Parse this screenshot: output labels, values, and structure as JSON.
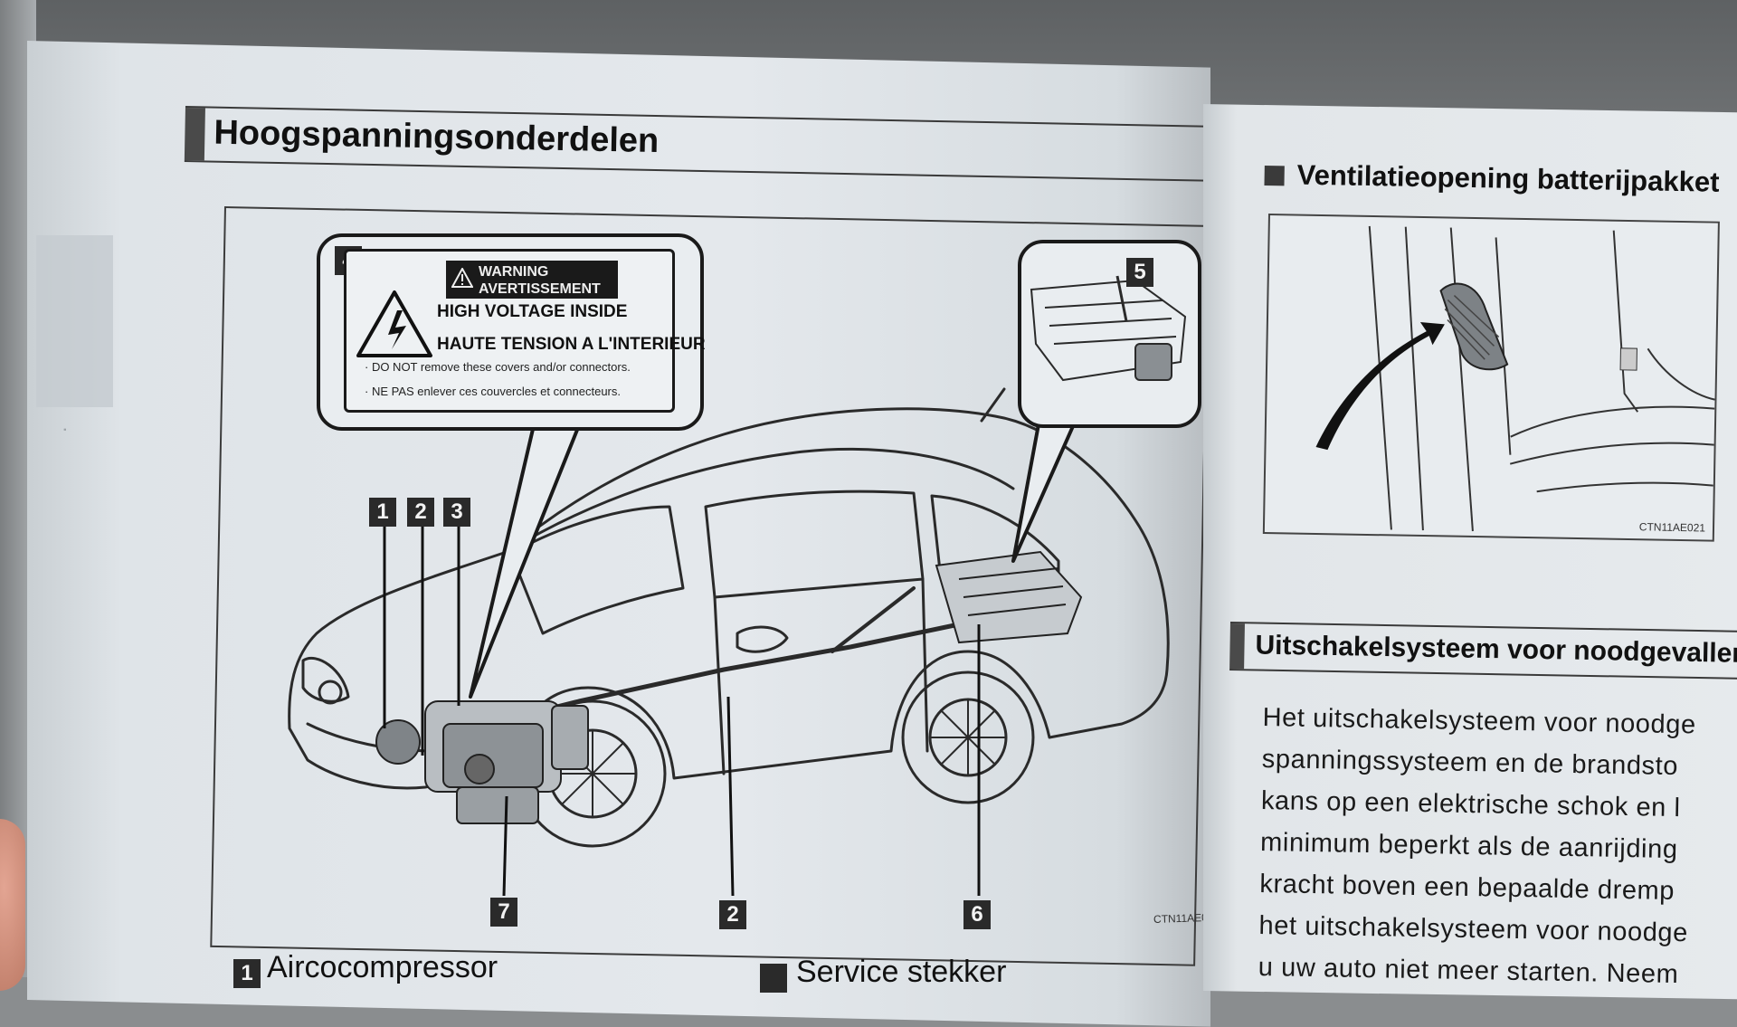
{
  "left_page": {
    "heading": "Hoogspanningsonderdelen",
    "figure": {
      "warning_label": {
        "line1": "WARNING",
        "line2": "AVERTISSEMENT",
        "line3": "HIGH VOLTAGE INSIDE",
        "line4": "HAUTE TENSION A L'INTERIEUR",
        "line5": "· DO NOT remove these covers and/or connectors.",
        "line6": "· NE PAS enlever ces couvercles et connecteurs."
      },
      "callouts": [
        "1",
        "2",
        "3",
        "4",
        "5",
        "6",
        "7",
        "2"
      ],
      "image_code": "CTN11AE0"
    },
    "list_start": {
      "item1_num": "1",
      "item1": "Aircocompressor",
      "item2": "Service stekker"
    }
  },
  "right_page": {
    "heading": "Ventilatieopening batterijpakket",
    "figure_code": "CTN11AE021",
    "section_heading": "Uitschakelsysteem voor noodgevallen",
    "body_lines": [
      "Het uitschakelsysteem voor noodge",
      "spanningssysteem en de brandsto",
      "kans op een elektrische schok en l",
      "minimum beperkt als de aanrijding",
      "kracht boven een bepaalde dremp",
      "het uitschakelsysteem voor noodge",
      "u uw auto niet meer starten. Neem"
    ]
  },
  "colors": {
    "page": "#e4e8ec",
    "ink": "#1a1a1a",
    "background": "#6e7173"
  }
}
